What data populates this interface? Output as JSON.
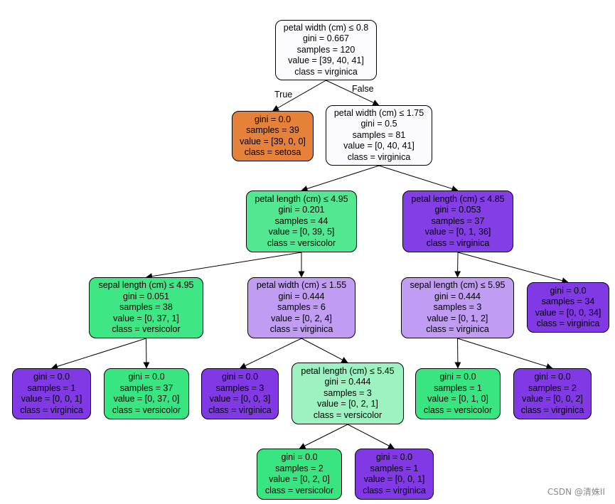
{
  "colors": {
    "setosa_pure": "#e58139",
    "versicolor_pure": "#39e581",
    "virginica_pure": "#8139e5"
  },
  "edge_labels": {
    "true_label": "True",
    "false_label": "False"
  },
  "nodes": [
    {
      "id": "n0",
      "lines": [
        "petal width (cm) ≤ 0.8",
        "gini = 0.667",
        "samples = 120",
        "value = [39, 40, 41]",
        "class = virginica"
      ],
      "fill": "#fcfbfe"
    },
    {
      "id": "n1",
      "lines": [
        "gini = 0.0",
        "samples = 39",
        "value = [39, 0, 0]",
        "class = setosa"
      ],
      "fill": "#e58139"
    },
    {
      "id": "n2",
      "lines": [
        "petal width (cm) ≤ 1.75",
        "gini = 0.5",
        "samples = 81",
        "value = [0, 40, 41]",
        "class = virginica"
      ],
      "fill": "#fbfafe"
    },
    {
      "id": "n3",
      "lines": [
        "petal length (cm) ≤ 4.95",
        "gini = 0.201",
        "samples = 44",
        "value = [0, 39, 5]",
        "class = versicolor"
      ],
      "fill": "#52e891"
    },
    {
      "id": "n4",
      "lines": [
        "petal length (cm) ≤ 4.85",
        "gini = 0.053",
        "samples = 37",
        "value = [0, 1, 36]",
        "class = virginica"
      ],
      "fill": "#843ee6"
    },
    {
      "id": "n5",
      "lines": [
        "sepal length (cm) ≤ 4.95",
        "gini = 0.051",
        "samples = 38",
        "value = [0, 37, 1]",
        "class = versicolor"
      ],
      "fill": "#3ee684"
    },
    {
      "id": "n6",
      "lines": [
        "petal width (cm) ≤ 1.55",
        "gini = 0.444",
        "samples = 6",
        "value = [0, 2, 4]",
        "class = virginica"
      ],
      "fill": "#c09cf2"
    },
    {
      "id": "n7",
      "lines": [
        "sepal length (cm) ≤ 5.95",
        "gini = 0.444",
        "samples = 3",
        "value = [0, 1, 2]",
        "class = virginica"
      ],
      "fill": "#c09cf2"
    },
    {
      "id": "n8",
      "lines": [
        "gini = 0.0",
        "samples = 34",
        "value = [0, 0, 34]",
        "class = virginica"
      ],
      "fill": "#8139e5"
    },
    {
      "id": "n9",
      "lines": [
        "gini = 0.0",
        "samples = 1",
        "value = [0, 0, 1]",
        "class = virginica"
      ],
      "fill": "#8139e5"
    },
    {
      "id": "n10",
      "lines": [
        "gini = 0.0",
        "samples = 37",
        "value = [0, 37, 0]",
        "class = versicolor"
      ],
      "fill": "#39e581"
    },
    {
      "id": "n11",
      "lines": [
        "gini = 0.0",
        "samples = 3",
        "value = [0, 0, 3]",
        "class = virginica"
      ],
      "fill": "#8139e5"
    },
    {
      "id": "n12",
      "lines": [
        "petal length (cm) ≤ 5.45",
        "gini = 0.444",
        "samples = 3",
        "value = [0, 2, 1]",
        "class = versicolor"
      ],
      "fill": "#9cf2c0"
    },
    {
      "id": "n13",
      "lines": [
        "gini = 0.0",
        "samples = 1",
        "value = [0, 1, 0]",
        "class = versicolor"
      ],
      "fill": "#39e581"
    },
    {
      "id": "n14",
      "lines": [
        "gini = 0.0",
        "samples = 2",
        "value = [0, 0, 2]",
        "class = virginica"
      ],
      "fill": "#8139e5"
    },
    {
      "id": "n15",
      "lines": [
        "gini = 0.0",
        "samples = 2",
        "value = [0, 2, 0]",
        "class = versicolor"
      ],
      "fill": "#39e581"
    },
    {
      "id": "n16",
      "lines": [
        "gini = 0.0",
        "samples = 1",
        "value = [0, 0, 1]",
        "class = virginica"
      ],
      "fill": "#8139e5"
    }
  ],
  "edges": [
    [
      "n0",
      "n1"
    ],
    [
      "n0",
      "n2"
    ],
    [
      "n2",
      "n3"
    ],
    [
      "n2",
      "n4"
    ],
    [
      "n3",
      "n5"
    ],
    [
      "n3",
      "n6"
    ],
    [
      "n4",
      "n7"
    ],
    [
      "n4",
      "n8"
    ],
    [
      "n5",
      "n9"
    ],
    [
      "n5",
      "n10"
    ],
    [
      "n6",
      "n11"
    ],
    [
      "n6",
      "n12"
    ],
    [
      "n7",
      "n13"
    ],
    [
      "n7",
      "n14"
    ],
    [
      "n12",
      "n15"
    ],
    [
      "n12",
      "n16"
    ]
  ],
  "watermark": "CSDN @清姝II"
}
